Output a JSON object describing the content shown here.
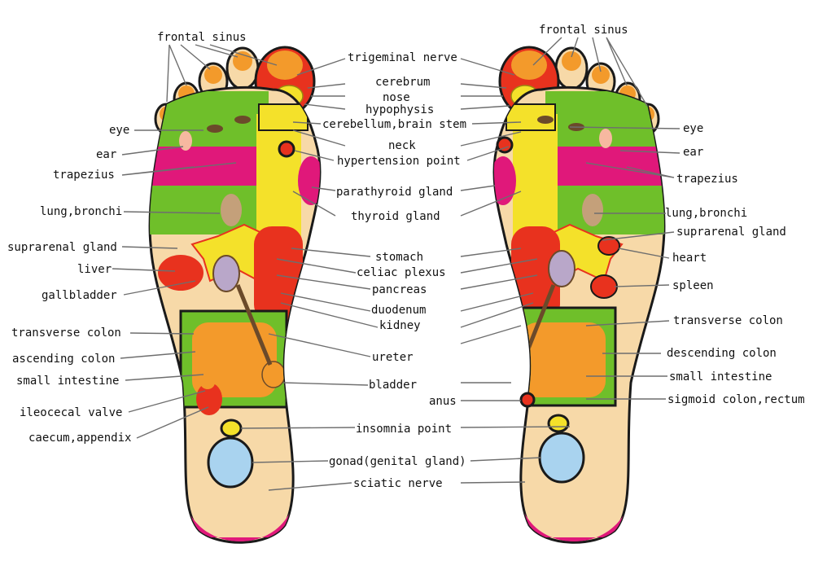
{
  "colors": {
    "sole": "#f7d9a8",
    "red": "#e8321e",
    "green": "#6fbf2a",
    "yellow": "#f4e12a",
    "magenta": "#e0187a",
    "blue": "#a9d3ef",
    "orange": "#f39a2b",
    "outline": "#1a1a1a"
  },
  "labels": {
    "frontal_sinus": "frontal sinus",
    "trigeminal_nerve": "trigeminal nerve",
    "cerebrum": "cerebrum",
    "nose": "nose",
    "hypophysis": "hypophysis",
    "cerebellum": "cerebellum,brain stem",
    "neck": "neck",
    "hypertension": "hypertension point",
    "parathyroid": "parathyroid gland",
    "thyroid": "thyroid gland",
    "stomach": "stomach",
    "celiac": "celiac plexus",
    "pancreas": "pancreas",
    "duodenum": "duodenum",
    "kidney": "kidney",
    "ureter": "ureter",
    "bladder": "bladder",
    "anus": "anus",
    "insomnia": "insomnia point",
    "gonad": "gonad(genital gland)",
    "sciatic": "sciatic nerve",
    "eye": "eye",
    "ear": "ear",
    "trapezius": "trapezius",
    "lung": "lung,bronchi",
    "suprarenal": "suprarenal gland",
    "liver": "liver",
    "gallbladder": "gallbladder",
    "transverse_colon": "transverse colon",
    "ascending_colon": "ascending colon",
    "small_intestine": "small intestine",
    "ileocecal": "ileocecal valve",
    "caecum": "caecum,appendix",
    "heart": "heart",
    "spleen": "spleen",
    "descending_colon": "descending colon",
    "sigmoid": "sigmoid colon,rectum"
  }
}
